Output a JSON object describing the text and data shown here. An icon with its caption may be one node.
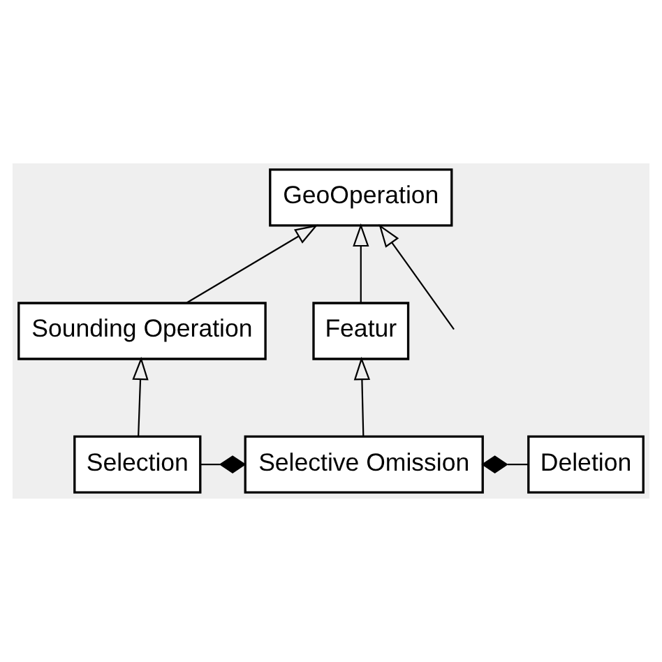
{
  "diagram": {
    "nodes": [
      {
        "text": [
          "GeoOperation"
        ]
      },
      {
        "text": [
          "Sounding Operation"
        ]
      },
      {
        "text": [
          "Featur"
        ]
      },
      {
        "text": [
          "Deletion"
        ]
      },
      {
        "text": [
          "Selection"
        ]
      },
      {
        "text": [
          "Selective Omission"
        ]
      }
    ],
    "edges": [
      {
        "from": null,
        "to": 0,
        "arrow": "to"
      },
      {
        "from": 1,
        "to": 0,
        "arrow": "to"
      },
      {
        "from": 2,
        "to": 0,
        "arrow": "to"
      },
      {
        "from": 4,
        "to": 1,
        "arrow": "to"
      },
      {
        "from": 5,
        "to": 2,
        "arrow": "to"
      },
      {
        "from": 4,
        "to": 5,
        "arrow": "other"
      },
      {
        "from": 3,
        "to": 5,
        "arrow": "other"
      }
    ]
  }
}
